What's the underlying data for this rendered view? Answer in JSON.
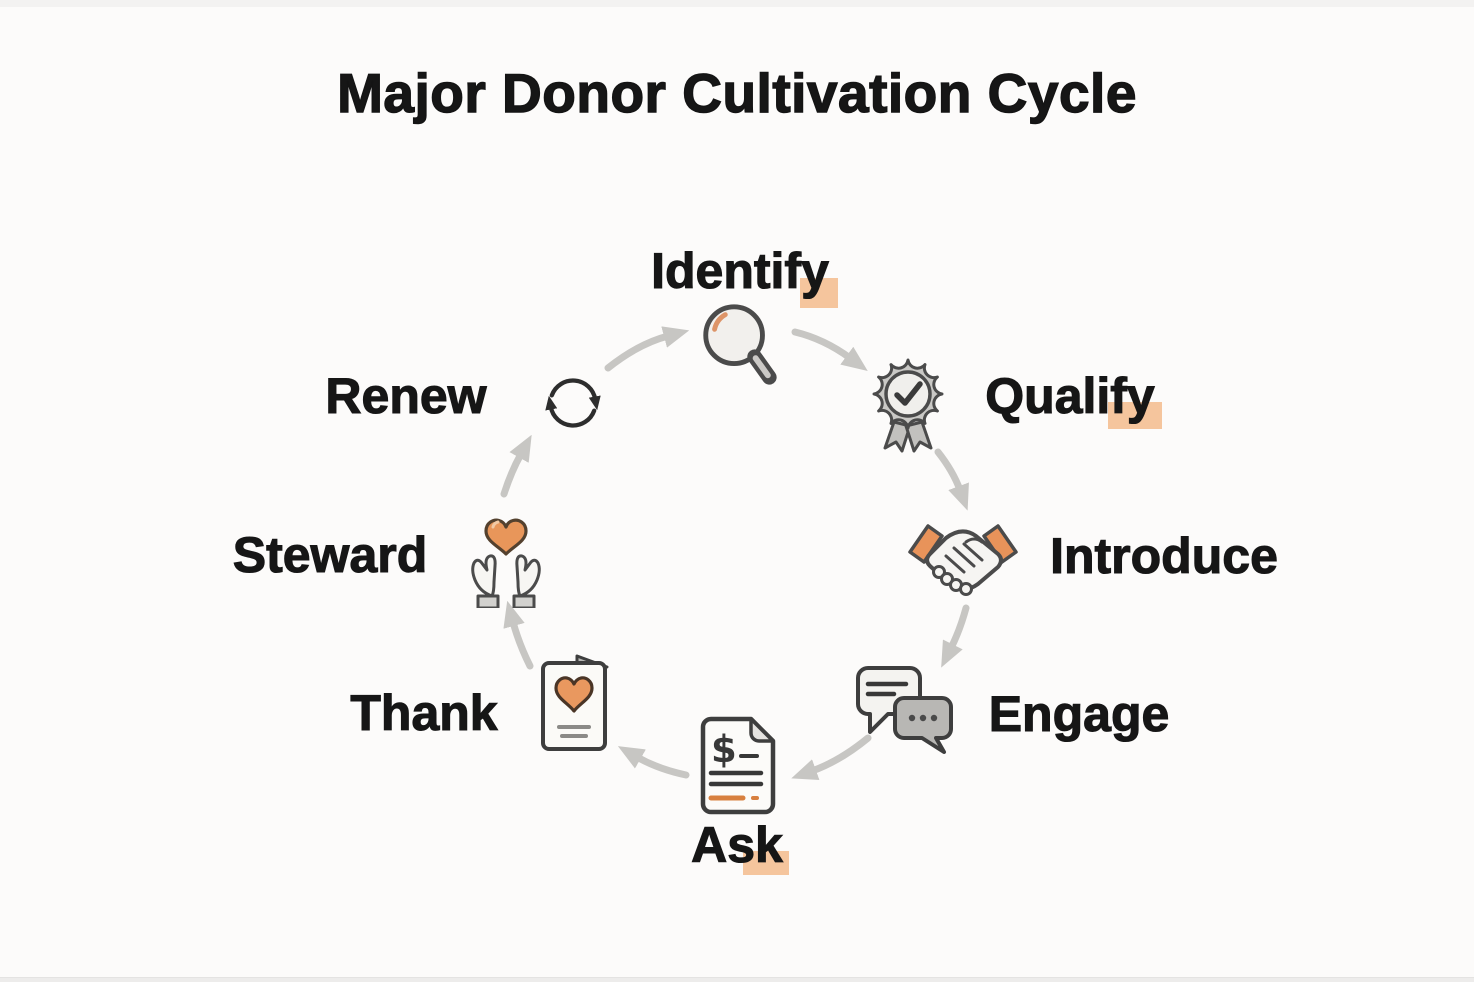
{
  "title": "Major Donor Cultivation Cycle",
  "stages": [
    {
      "label": "Identify",
      "icon": "magnifier-icon",
      "highlight": true
    },
    {
      "label": "Qualify",
      "icon": "award-badge-icon",
      "highlight": true
    },
    {
      "label": "Introduce",
      "icon": "handshake-icon",
      "highlight": false
    },
    {
      "label": "Engage",
      "icon": "chat-bubbles-icon",
      "highlight": false
    },
    {
      "label": "Ask",
      "icon": "donation-document-icon",
      "highlight": true,
      "icon_text": "$"
    },
    {
      "label": "Thank",
      "icon": "thank-you-card-icon",
      "highlight": false
    },
    {
      "label": "Steward",
      "icon": "hands-holding-heart-icon",
      "highlight": false
    },
    {
      "label": "Renew",
      "icon": "refresh-cycle-icon",
      "highlight": false
    }
  ],
  "flow_direction": "clockwise",
  "colors": {
    "accent_orange": "#E8945A",
    "highlight_orange": "#F3BB8C",
    "arrow_gray": "#C7C6C3",
    "outline_dark": "#3E3E3E",
    "text": "#161616",
    "background": "#FCFBFA"
  }
}
